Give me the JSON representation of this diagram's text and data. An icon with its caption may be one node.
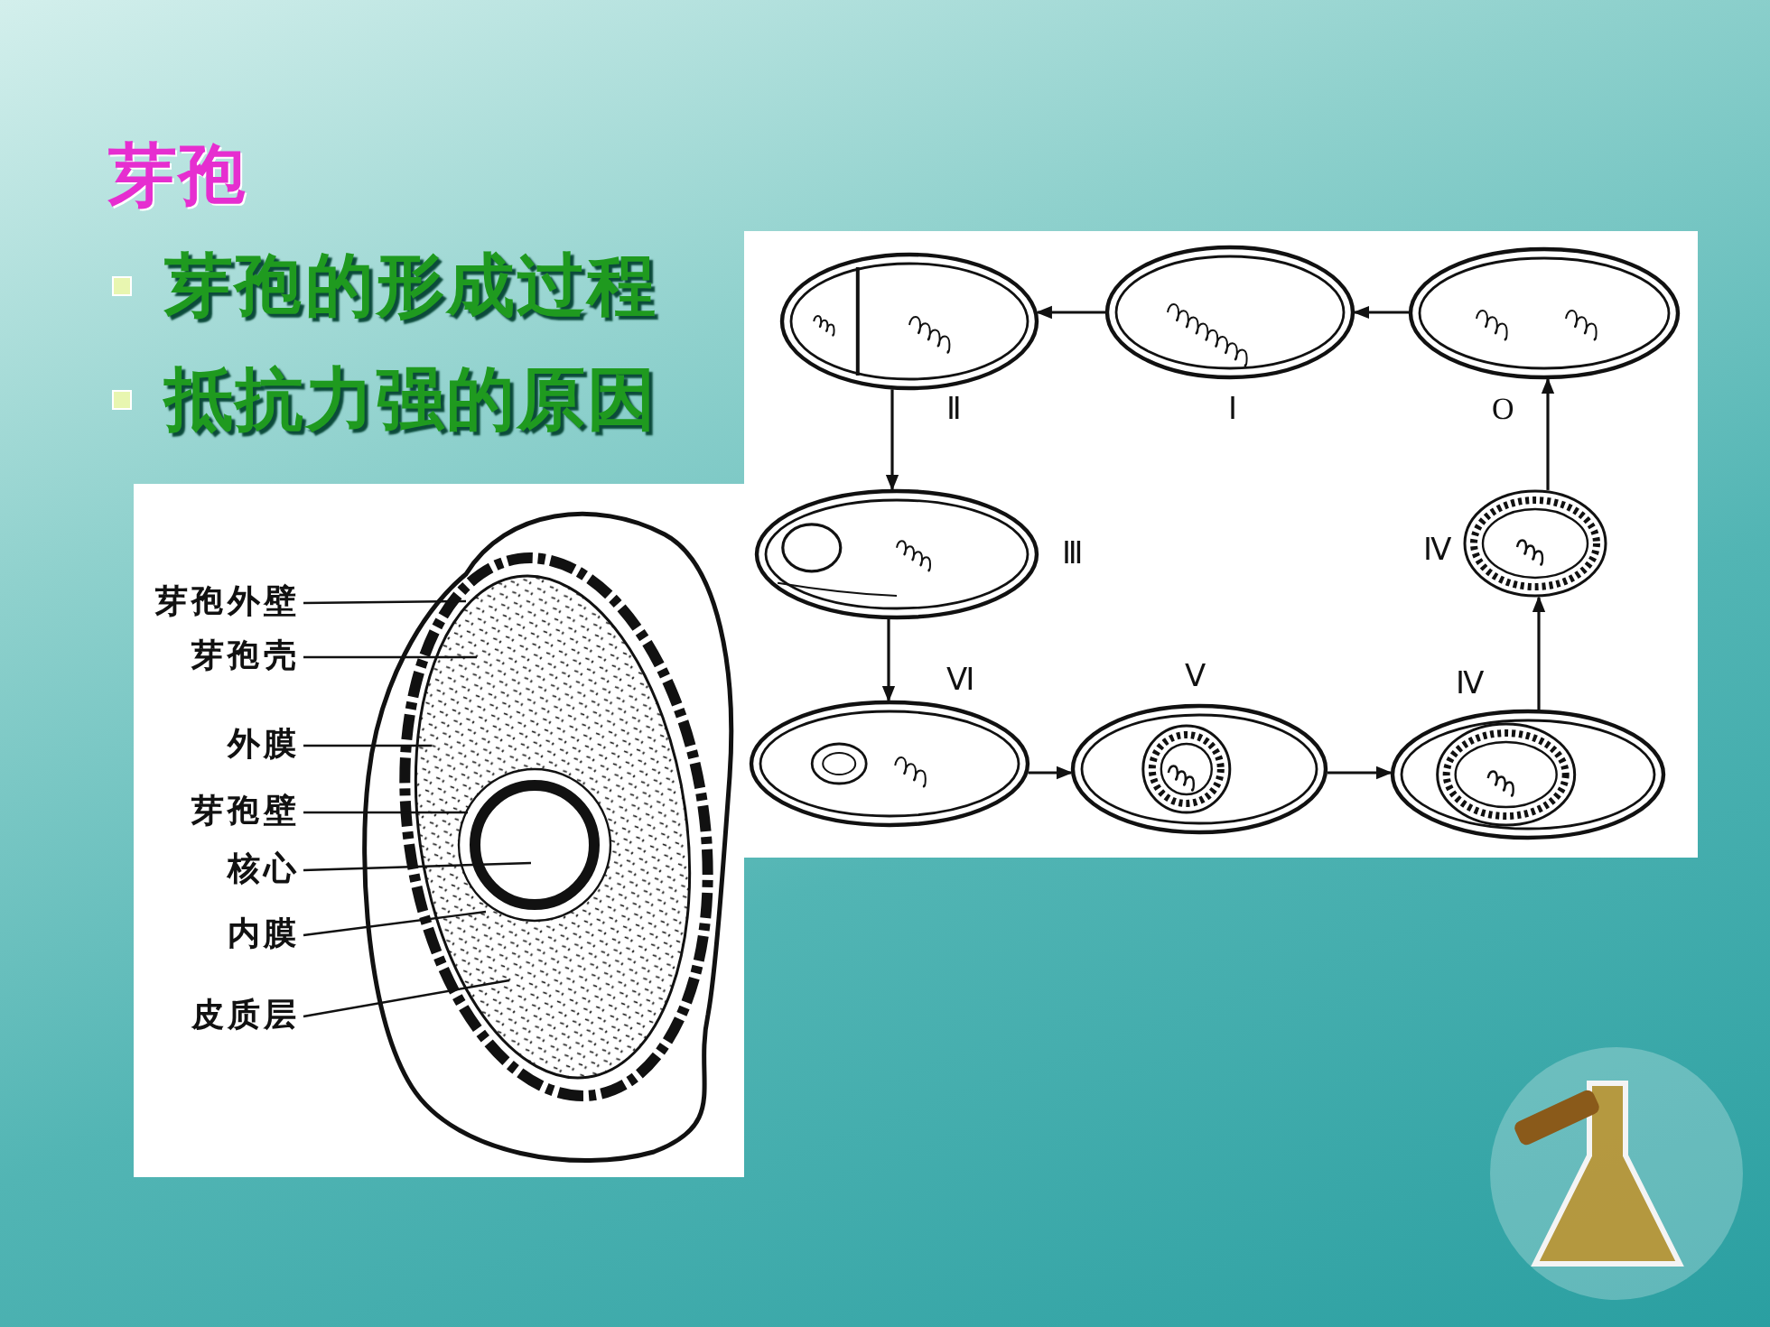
{
  "diagram": {
    "title": "芽孢",
    "nodes": [
      {
        "text": [
          "芽孢外壁"
        ]
      },
      {
        "text": [
          "芽孢壳"
        ]
      },
      {
        "text": [
          "外膜"
        ]
      },
      {
        "text": [
          "芽孢壁"
        ]
      },
      {
        "text": [
          "核心"
        ]
      },
      {
        "text": [
          "内膜"
        ]
      },
      {
        "text": [
          "皮质层"
        ]
      },
      {
        "text": [],
        "shape": "picture",
        "beside": [
          "Ⅱ"
        ]
      },
      {
        "text": [],
        "shape": "picture",
        "beside": [
          "Ⅰ"
        ]
      },
      {
        "text": [],
        "shape": "picture",
        "beside": [
          "O"
        ]
      },
      {
        "text": [],
        "shape": "picture",
        "beside": [
          "Ⅲ"
        ]
      },
      {
        "text": [],
        "shape": "picture",
        "beside": [
          "Ⅳ"
        ]
      },
      {
        "text": [],
        "shape": "picture",
        "beside": [
          "Ⅵ"
        ]
      },
      {
        "text": [],
        "shape": "picture",
        "beside": [
          "Ⅴ"
        ]
      },
      {
        "text": [],
        "shape": "picture",
        "beside": [
          "Ⅳ"
        ]
      }
    ],
    "edges": [
      {
        "from": 9,
        "to": 8,
        "arrow": "to"
      },
      {
        "from": 8,
        "to": 7,
        "arrow": "to"
      },
      {
        "from": 7,
        "to": 10,
        "arrow": "to"
      },
      {
        "from": 10,
        "to": 12,
        "arrow": "to"
      },
      {
        "from": 12,
        "to": 13,
        "arrow": "to"
      },
      {
        "from": 13,
        "to": 14,
        "arrow": "to"
      },
      {
        "from": 14,
        "to": 11,
        "arrow": "to"
      },
      {
        "from": 11,
        "to": 9,
        "arrow": "to"
      },
      {
        "from": 0,
        "to": null,
        "arrow": "none"
      },
      {
        "from": 1,
        "to": null,
        "arrow": "none"
      },
      {
        "from": 2,
        "to": null,
        "arrow": "none"
      },
      {
        "from": 3,
        "to": null,
        "arrow": "none"
      },
      {
        "from": 4,
        "to": null,
        "arrow": "none"
      },
      {
        "from": 5,
        "to": null,
        "arrow": "none"
      },
      {
        "from": 6,
        "to": null,
        "arrow": "none"
      }
    ],
    "labels": [
      "芽孢的形成过程",
      "抵抗力强的原因"
    ]
  }
}
